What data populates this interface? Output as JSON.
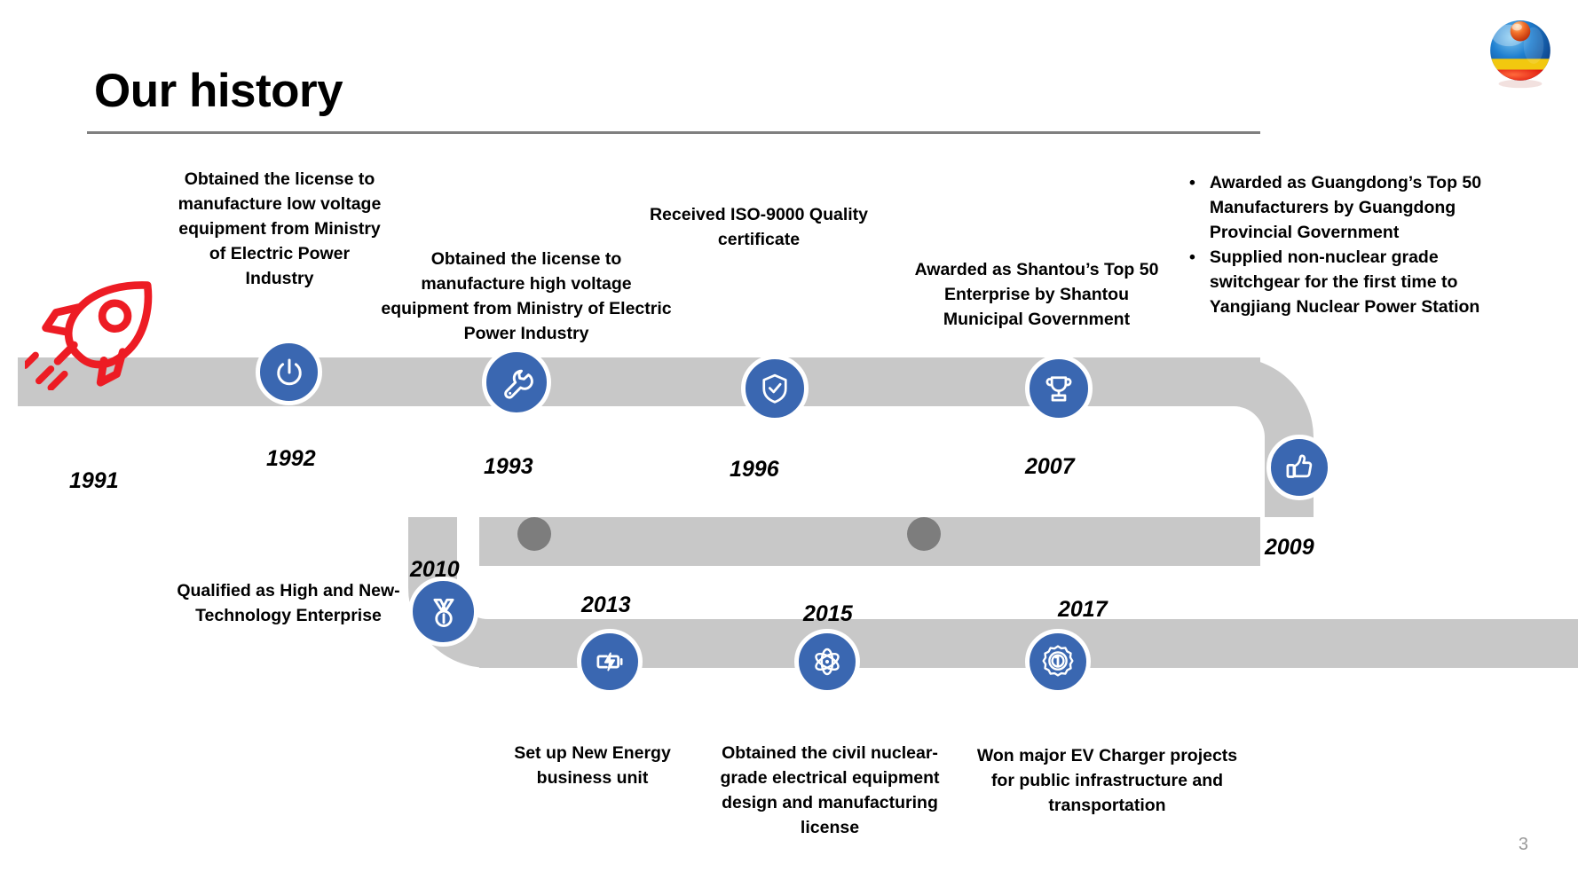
{
  "slide": {
    "title": "Our history",
    "page_number": "3",
    "logo_name": "company-sphere-logo"
  },
  "theme": {
    "accent_blue": "#3a67b1",
    "bar_gray": "#c8c8c8",
    "node_gray": "#7d7d7d",
    "rocket_red": "#ed1c24",
    "text_black": "#000000",
    "rule_gray": "#7f7f7f",
    "page_num_gray": "#9a9a9a"
  },
  "timeline": {
    "events": [
      {
        "year": "1991",
        "icon": "rocket-icon",
        "description": ""
      },
      {
        "year": "1992",
        "icon": "power-icon",
        "description": "Obtained the license to manufacture low voltage equipment from Ministry of Electric Power Industry"
      },
      {
        "year": "1993",
        "icon": "wrench-icon",
        "description": "Obtained the license to manufacture high voltage equipment from Ministry of Electric Power Industry"
      },
      {
        "year": "1996",
        "icon": "shield-check-icon",
        "description": "Received ISO-9000 Quality certificate"
      },
      {
        "year": "2007",
        "icon": "trophy-icon",
        "description": "Awarded as Shantou’s Top 50 Enterprise by Shantou Municipal Government"
      },
      {
        "year": "2009",
        "icon": "thumbs-up-icon",
        "bullets": [
          "Awarded as Guangdong’s Top 50 Manufacturers by Guangdong Provincial Government",
          "Supplied non-nuclear grade switchgear for the first time to Yangjiang Nuclear Power Station"
        ]
      },
      {
        "year": "2010",
        "icon": "medal-icon",
        "description": "Qualified as High and New-Technology Enterprise"
      },
      {
        "year": "2013",
        "icon": "battery-charging-icon",
        "description": "Set up New Energy business unit"
      },
      {
        "year": "2015",
        "icon": "atom-icon",
        "description": "Obtained the civil nuclear-grade electrical equipment design and manufacturing license"
      },
      {
        "year": "2017",
        "icon": "award-badge-icon",
        "description": "Won major EV Charger projects for public infrastructure and transportation"
      }
    ]
  }
}
